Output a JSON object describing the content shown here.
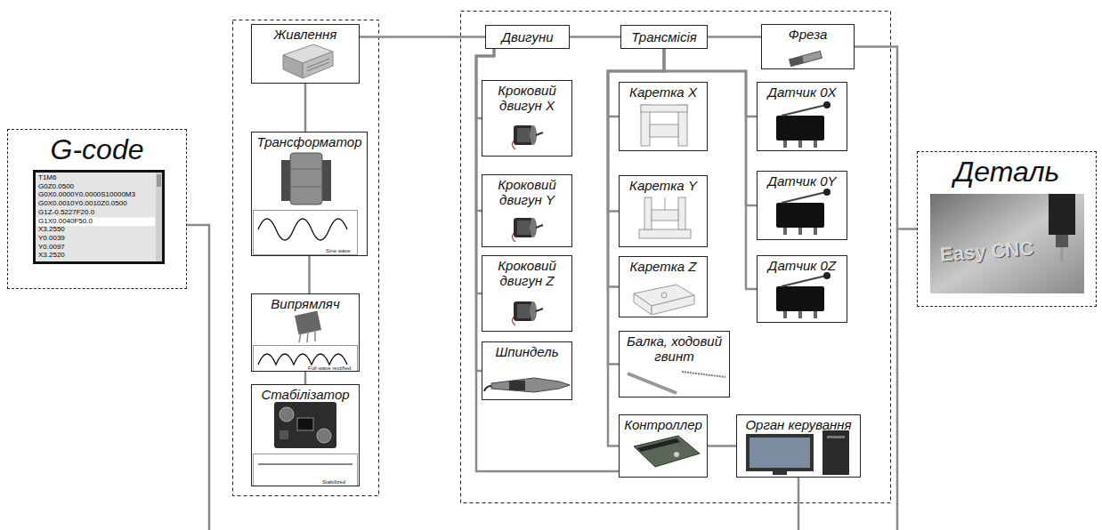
{
  "diagram": {
    "nodes": [
      {
        "text": [
          "G-code"
        ]
      },
      {
        "text": [
          "Живлення"
        ]
      },
      {
        "text": [
          "Трансформатор"
        ]
      },
      {
        "text": [
          "Випрямляч"
        ]
      },
      {
        "text": [
          "Стабілізатор"
        ]
      },
      {
        "text": [
          "Двигуни"
        ]
      },
      {
        "text": [
          "Трансмісія"
        ]
      },
      {
        "text": [
          "Фреза"
        ]
      },
      {
        "text": [
          "Кроковий двигун X"
        ]
      },
      {
        "text": [
          "Каретка X"
        ]
      },
      {
        "text": [
          "Датчик 0X"
        ]
      },
      {
        "text": [
          "Кроковий двигун Y"
        ]
      },
      {
        "text": [
          "Каретка Y"
        ]
      },
      {
        "text": [
          "Датчик 0Y"
        ]
      },
      {
        "text": [
          "Кроковий двигун Z"
        ]
      },
      {
        "text": [
          "Каретка Z"
        ]
      },
      {
        "text": [
          "Датчик 0Z"
        ]
      },
      {
        "text": [
          "Шпиндель"
        ]
      },
      {
        "text": [
          "Балка, ходовий гвинт"
        ]
      },
      {
        "text": [
          "Контроллер"
        ]
      },
      {
        "text": [
          "Орган керування"
        ]
      },
      {
        "text": [
          "Деталь"
        ]
      }
    ],
    "edges": [
      {
        "from": 1,
        "to": 5,
        "arrow": "none"
      },
      {
        "from": 1,
        "to": 2,
        "arrow": "none"
      },
      {
        "from": 2,
        "to": 3,
        "arrow": "none"
      },
      {
        "from": 3,
        "to": 4,
        "arrow": "none"
      },
      {
        "from": 5,
        "to": 6,
        "arrow": "none"
      },
      {
        "from": 6,
        "to": 7,
        "arrow": "none"
      },
      {
        "from": 5,
        "to": 8,
        "arrow": "none"
      },
      {
        "from": 5,
        "to": 11,
        "arrow": "none"
      },
      {
        "from": 5,
        "to": 14,
        "arrow": "none"
      },
      {
        "from": 5,
        "to": 17,
        "arrow": "none"
      },
      {
        "from": 19,
        "to": 5,
        "arrow": "none"
      },
      {
        "from": 6,
        "to": 9,
        "arrow": "none"
      },
      {
        "from": 6,
        "to": 12,
        "arrow": "none"
      },
      {
        "from": 6,
        "to": 15,
        "arrow": "none"
      },
      {
        "from": 6,
        "to": 18,
        "arrow": "none"
      },
      {
        "from": 6,
        "to": 19,
        "arrow": "none"
      },
      {
        "from": 6,
        "to": 10,
        "arrow": "none"
      },
      {
        "from": 6,
        "to": 13,
        "arrow": "none"
      },
      {
        "from": 6,
        "to": 16,
        "arrow": "none"
      },
      {
        "from": 19,
        "to": 20,
        "arrow": "none"
      },
      {
        "from": 7,
        "to": 21,
        "arrow": "none"
      }
    ],
    "labels": [
      "T1M6",
      "G0Z0.0500",
      "G0X0.0000Y0.0000S10000M3",
      "G0X0.0010Y0.0010Z0.0500",
      "G1Z-0.5227F20.0",
      "G1X0.0040F50.0",
      "X3.2550",
      "Y0.0039",
      "Y0.0097",
      "X3.2520",
      "Sine wave",
      "Full-wave rectified",
      "Stabilized",
      "Easy CNC"
    ]
  }
}
